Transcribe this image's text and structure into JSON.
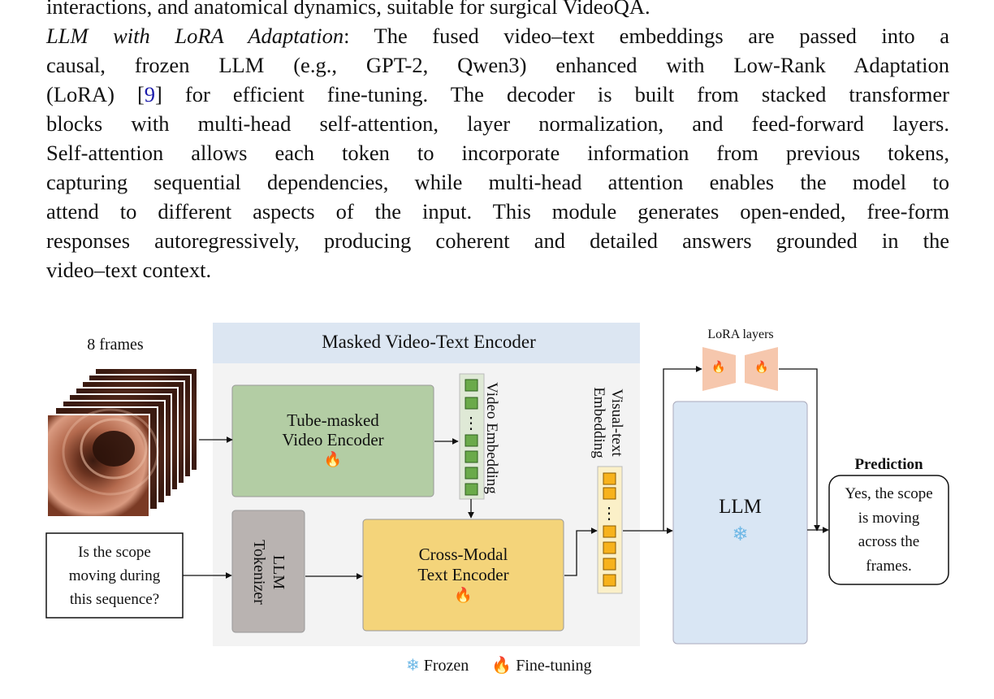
{
  "paragraph": {
    "line1": "interactions, and anatomical dynamics, suitable for surgical VideoQA.",
    "line2_heading": "LLM with LoRA Adaptation",
    "line2_rest": ": The fused video–text embeddings are passed into a",
    "line3": "causal, frozen LLM (e.g., GPT-2, Qwen3) enhanced with Low-Rank Adaptation",
    "line4_pre": "(LoRA) [",
    "citation": "9",
    "line4_post": "] for efficient fine-tuning. The decoder is built from stacked transformer",
    "line5": "blocks with multi-head self-attention, layer normalization, and feed-forward layers.",
    "line6": "Self-attention allows each token to incorporate information from previous tokens,",
    "line7": "capturing sequential dependencies, while multi-head attention enables the model to",
    "line8": "attend to different aspects of the input. This module generates open-ended, free-form",
    "line9": "responses autoregressively, producing coherent and detailed answers grounded in the",
    "line10": "video–text context."
  },
  "figure": {
    "frames_label": "8 frames",
    "encoder_title": "Masked Video-Text Encoder",
    "video_encoder_line1": "Tube-masked",
    "video_encoder_line2": "Video Encoder",
    "video_embedding_label": "Video Embedding",
    "visual_text_line1": "Visual-text",
    "visual_text_line2": "Embedding",
    "lora_label": "LoRA layers",
    "llm_label": "LLM",
    "question_line1": "Is the scope",
    "question_line2": "moving during",
    "question_line3": "this sequence?",
    "tokenizer_line1": "LLM",
    "tokenizer_line2": "Tokenizer",
    "cross_modal_line1": "Cross-Modal",
    "cross_modal_line2": "Text Encoder",
    "prediction_title": "Prediction",
    "prediction_line1": "Yes, the scope",
    "prediction_line2": "is moving",
    "prediction_line3": "across the",
    "prediction_line4": "frames.",
    "legend_frozen": "Frozen",
    "legend_finetune": "Fine-tuning",
    "colors": {
      "encoder_bg": "#f3f3f3",
      "encoder_header": "#dce6f2",
      "video_encoder": "#b3cda4",
      "tokenizer": "#b9b3b1",
      "cross_modal": "#f4d47a",
      "llm": "#d9e6f4",
      "lora": "#f6c7ad",
      "video_token": "#6aaa4a",
      "visual_token": "#f7b21c"
    }
  }
}
